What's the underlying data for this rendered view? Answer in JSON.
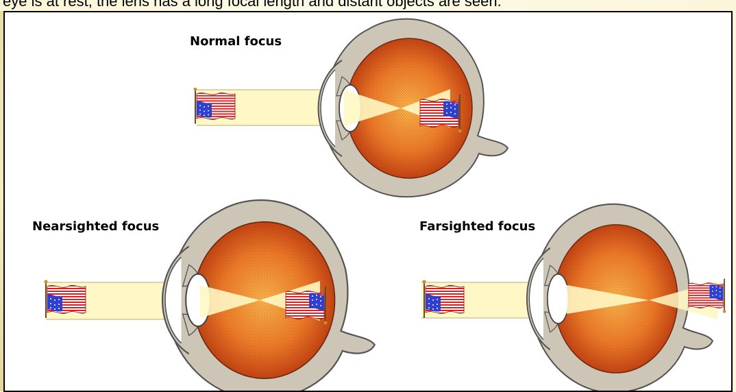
{
  "caption": "eye is at rest, the lens has a long focal length and distant objects are seen.",
  "labels": {
    "normal": "Normal focus",
    "nearsighted": "Nearsighted focus",
    "farsighted": "Farsighted focus"
  },
  "colors": {
    "sclera": "#cdc6b6",
    "eye_outline": "#555555",
    "eyeball_inner": "#f29a3a",
    "eyeball_outer": "#c2410c",
    "light_beam": "#fff7c2",
    "flag_red": "#d81e1e",
    "flag_blue": "#2f3fd0"
  }
}
